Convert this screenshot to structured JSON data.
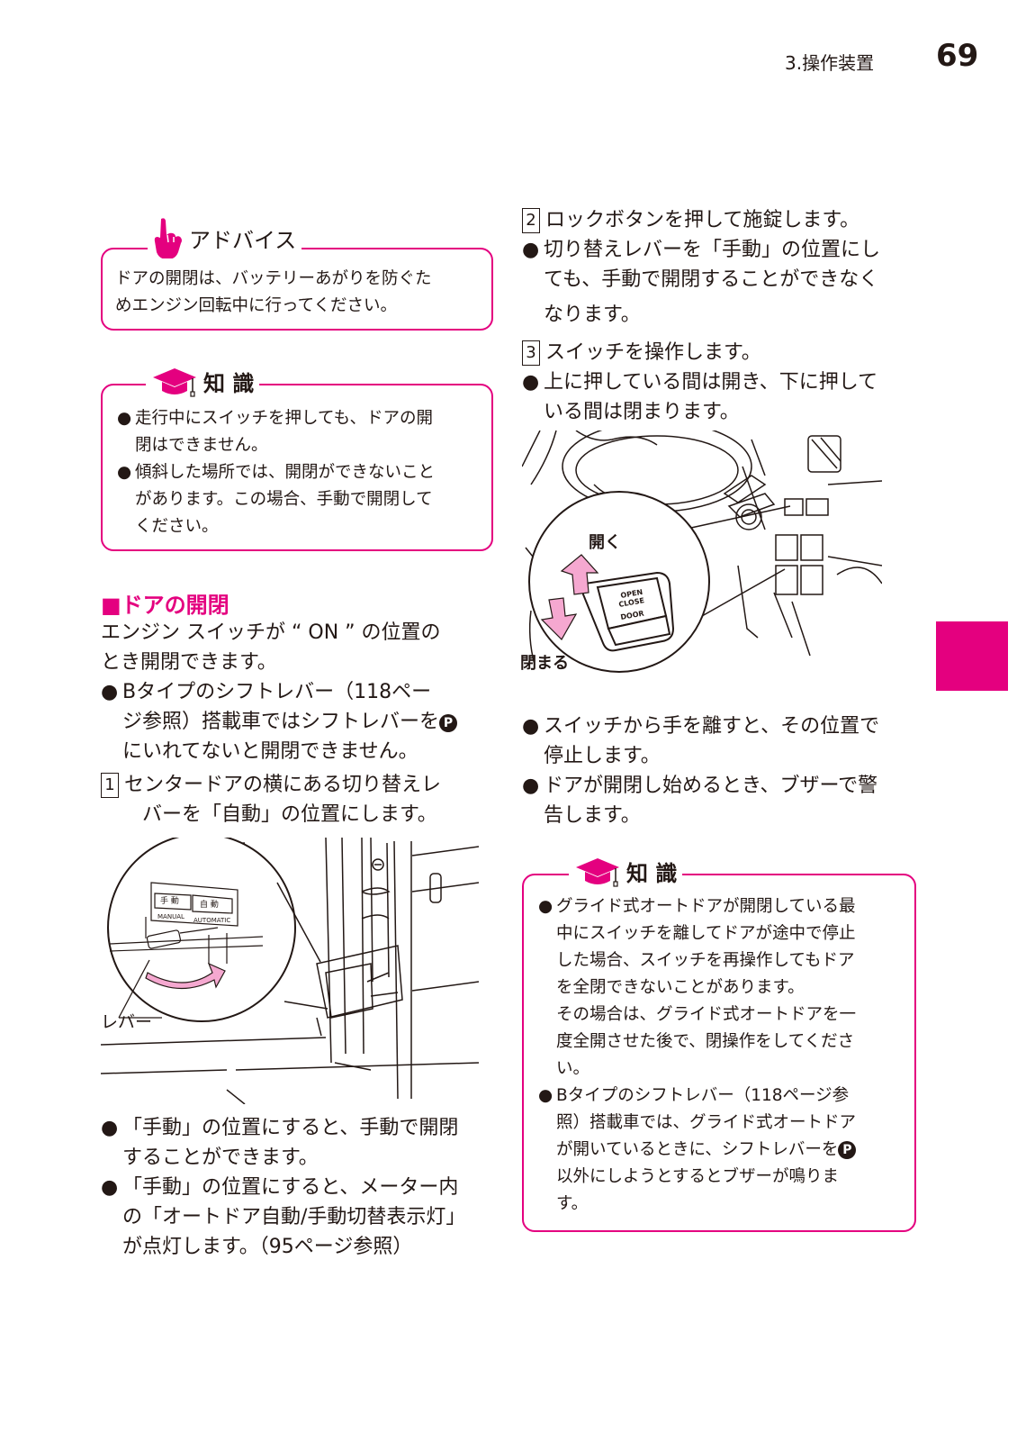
{
  "header": {
    "section": "3.操作装置",
    "page_number": "69"
  },
  "advice": {
    "title": "アドバイス",
    "icon": "pointing-hand-icon",
    "lines": [
      "ドアの開閉は、バッテリーあがりを防ぐた",
      "めエンジン回転中に行ってください。"
    ]
  },
  "knowledge1": {
    "title": "知 識",
    "icon": "graduation-cap-icon",
    "items": [
      [
        "走行中にスイッチを押しても、ドアの開",
        "閉はできません。"
      ],
      [
        "傾斜した場所では、開閉ができないこと",
        "があります。この場合、手動で開閉して",
        "ください。"
      ]
    ]
  },
  "door_section": {
    "heading": "■ドアの開閉",
    "intro": [
      "エンジン スイッチが “ ON ” の位置の",
      "とき開閉できます。"
    ],
    "bullet1": [
      "Bタイプのシフトレバー（118ペー",
      "ジ参照）搭載車ではシフトレバーを",
      "にいれてないと開閉できません。"
    ],
    "step1_num": "1",
    "step1": [
      "センタードアの横にある切り替えレ",
      "バーを「自動」の位置にします。"
    ],
    "fig1": {
      "manual_jp": "手 動",
      "manual_en": "MANUAL",
      "auto_jp": "自 動",
      "auto_en": "AUTOMATIC",
      "lever": "レバー"
    },
    "notes": [
      [
        "「手動」の位置にすると、手動で開閉",
        "することができます。"
      ],
      [
        "「手動」の位置にすると、メーター内",
        "の「オートドア自動/手動切替表示灯」",
        "が点灯します。（95ページ参照）"
      ]
    ]
  },
  "right": {
    "step2_num": "2",
    "step2": "ロックボタンを押して施錠します。",
    "step2_bullet": [
      "切り替えレバーを「手動」の位置にし",
      "ても、手動で開閉することができなく",
      "なります。"
    ],
    "step3_num": "3",
    "step3": "スイッチを操作します。",
    "step3_bullet": [
      "上に押している間は開き、下に押して",
      "いる間は閉まります。"
    ],
    "fig2": {
      "open": "開く",
      "close": "閉まる",
      "sw_open": "OPEN",
      "sw_close": "CLOSE",
      "sw_door": "DOOR"
    },
    "after_bullets": [
      [
        "スイッチから手を離すと、その位置で",
        "停止します。"
      ],
      [
        "ドアが開閉し始めるとき、ブザーで警",
        "告します。"
      ]
    ]
  },
  "knowledge2": {
    "title": "知 識",
    "items": [
      [
        "グライド式オートドアが開閉している最",
        "中にスイッチを離してドアが途中で停止",
        "した場合、スイッチを再操作してもドア",
        "を全閉できないことがあります。",
        "その場合は、グライド式オートドアを一",
        "度全開させた後で、閉操作をしてくださ",
        "い。"
      ],
      [
        "Bタイプのシフトレバー（118ページ参",
        "照）搭載車では、グライド式オートドア",
        "が開いているときに、シフトレバーを",
        "以外にしようとするとブザーが鳴りま",
        "す。"
      ]
    ]
  },
  "bullet_char": "●",
  "p_symbol": "P",
  "colors": {
    "accent": "#e4007f",
    "text": "#231815"
  }
}
